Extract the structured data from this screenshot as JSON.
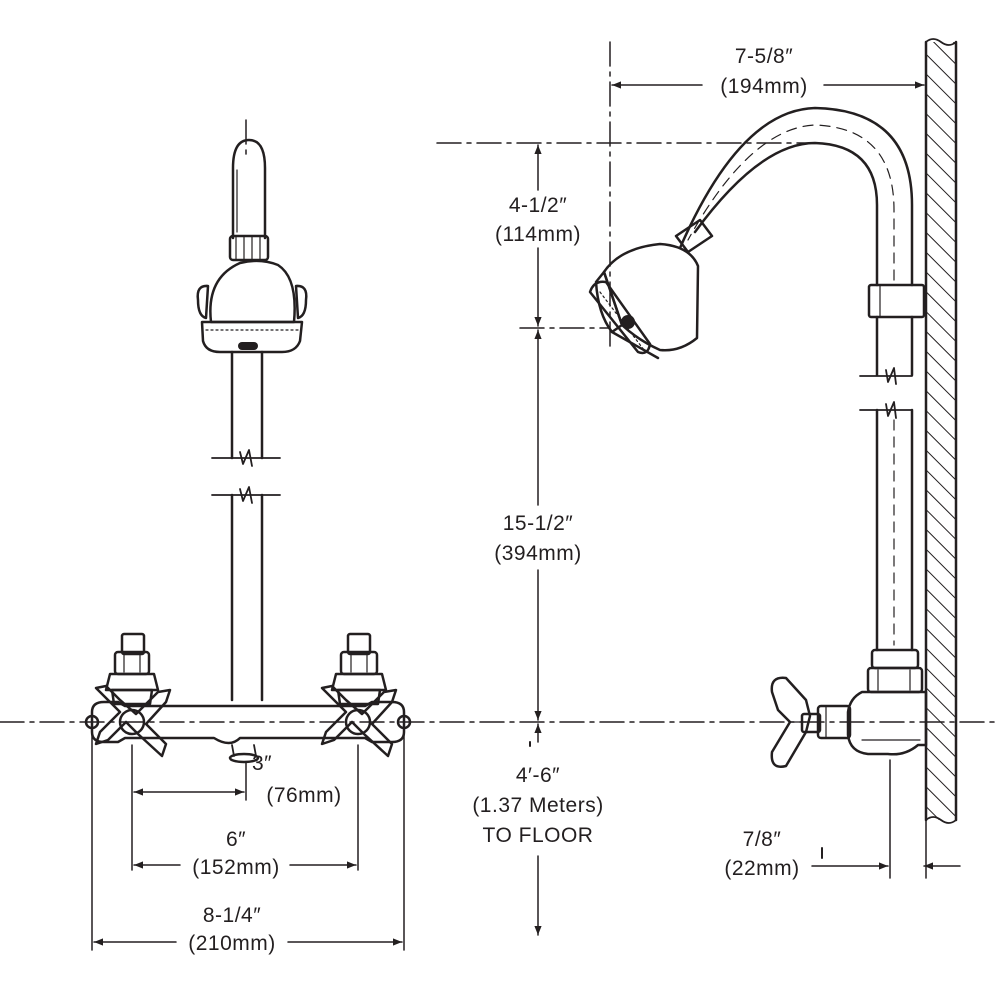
{
  "dimensions": {
    "projection_7_5_8": {
      "imperial": "7-5/8″",
      "metric": "(194mm)"
    },
    "head_drop_4_1_2": {
      "imperial": "4-1/2″",
      "metric": "(114mm)"
    },
    "riser_15_1_2": {
      "imperial": "15-1/2″",
      "metric": "(394mm)"
    },
    "valve_spread_3": {
      "imperial": "3″",
      "metric": "(76mm)"
    },
    "centers_6": {
      "imperial": "6″",
      "metric": "(152mm)"
    },
    "overall_8_1_4": {
      "imperial": "8-1/4″",
      "metric": "(210mm)"
    },
    "wall_offset_7_8": {
      "imperial": "7/8″",
      "metric": "(22mm)"
    },
    "floor_height": {
      "imperial": "4′-6″",
      "metric": "(1.37 Meters)",
      "note": "TO FLOOR"
    }
  },
  "colors": {
    "line": "#231f20",
    "background": "#ffffff"
  }
}
